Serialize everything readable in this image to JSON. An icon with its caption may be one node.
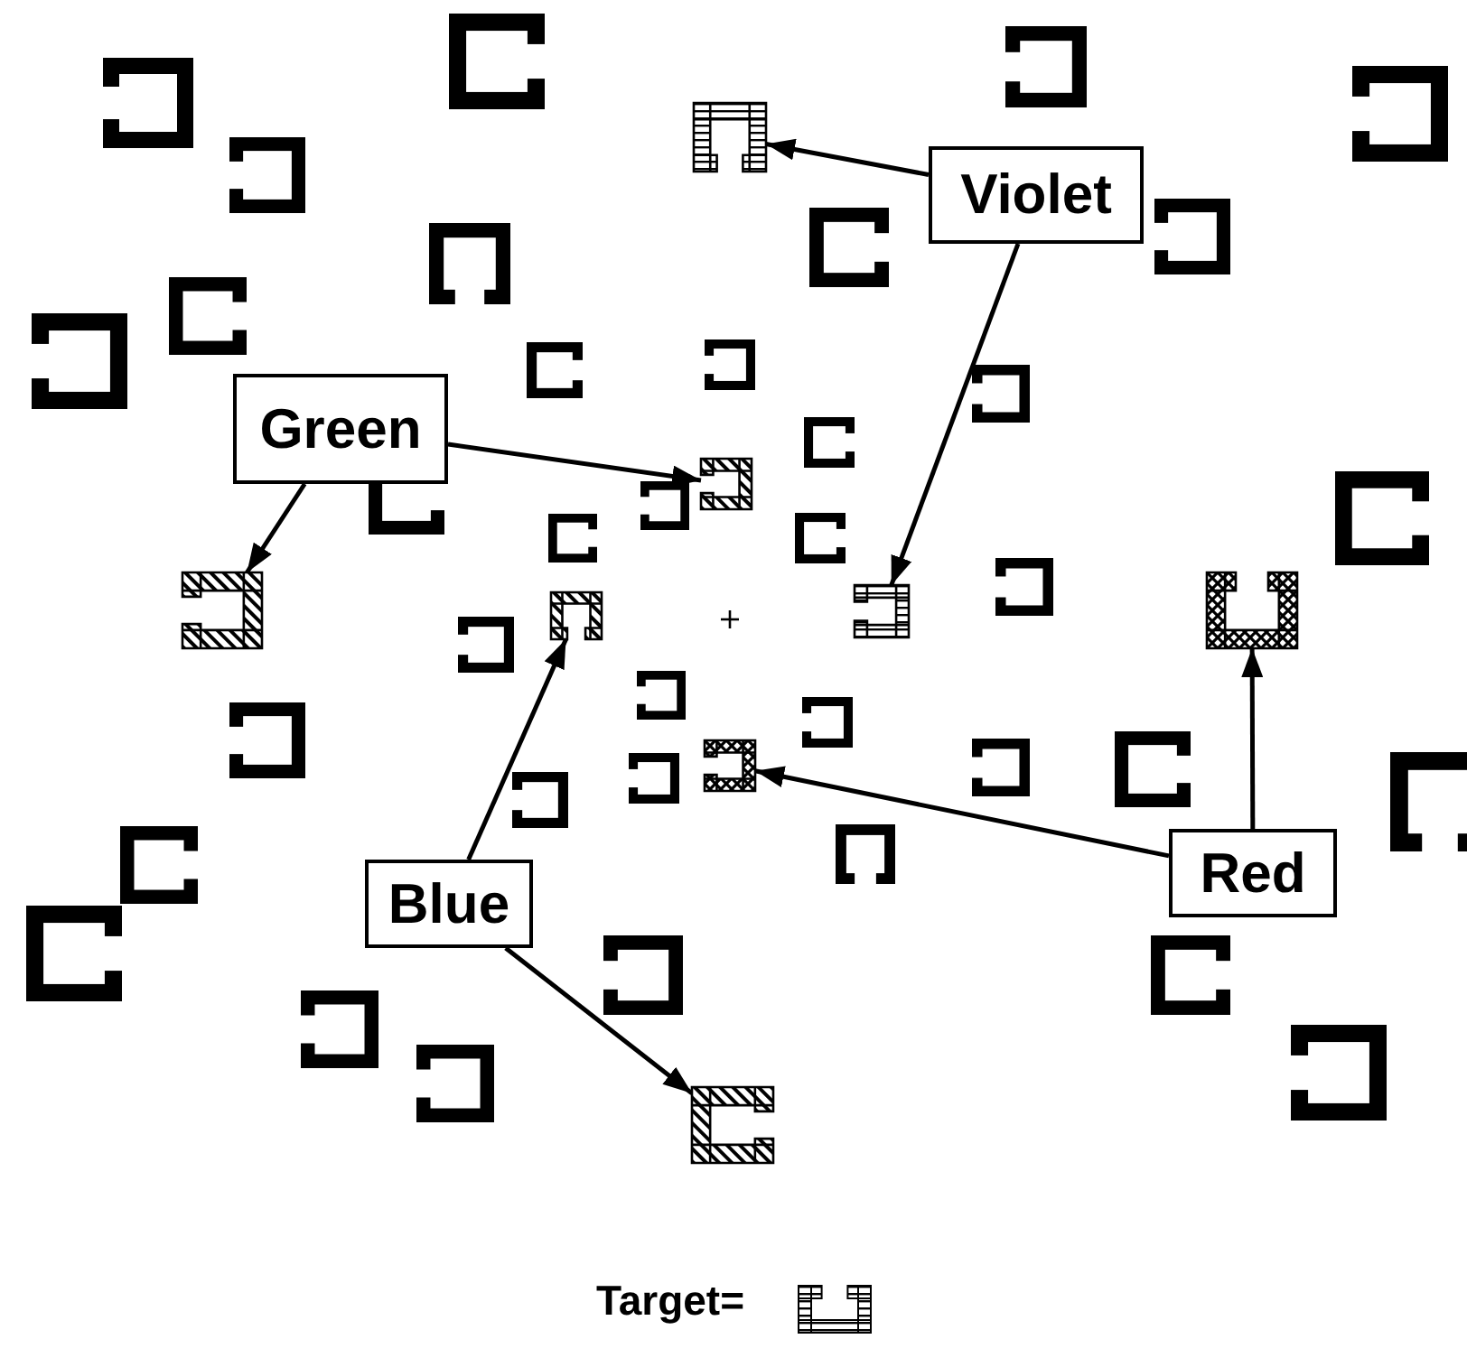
{
  "diagram": {
    "nodes": [
      {
        "text": [
          "Violet"
        ]
      },
      {
        "text": [
          "Green"
        ]
      },
      {
        "text": [
          "Blue"
        ]
      },
      {
        "text": [
          "Red"
        ]
      },
      {
        "text": [],
        "shape": "box"
      },
      {
        "text": [],
        "shape": "box"
      },
      {
        "text": [],
        "shape": "box"
      },
      {
        "text": [],
        "shape": "box"
      },
      {
        "text": [],
        "shape": "box"
      },
      {
        "text": [],
        "shape": "box"
      },
      {
        "text": [],
        "shape": "box"
      },
      {
        "text": [],
        "shape": "box"
      }
    ],
    "edges": [
      {
        "from": 0,
        "to": 4,
        "arrow": "to"
      },
      {
        "from": 0,
        "to": 8,
        "arrow": "to"
      },
      {
        "from": 1,
        "to": 5,
        "arrow": "to"
      },
      {
        "from": 1,
        "to": 6,
        "arrow": "to"
      },
      {
        "from": 2,
        "to": 7,
        "arrow": "to"
      },
      {
        "from": 2,
        "to": 11,
        "arrow": "to"
      },
      {
        "from": 3,
        "to": 10,
        "arrow": "to"
      },
      {
        "from": 3,
        "to": 9,
        "arrow": "to"
      }
    ],
    "labels": [
      "Target="
    ]
  }
}
